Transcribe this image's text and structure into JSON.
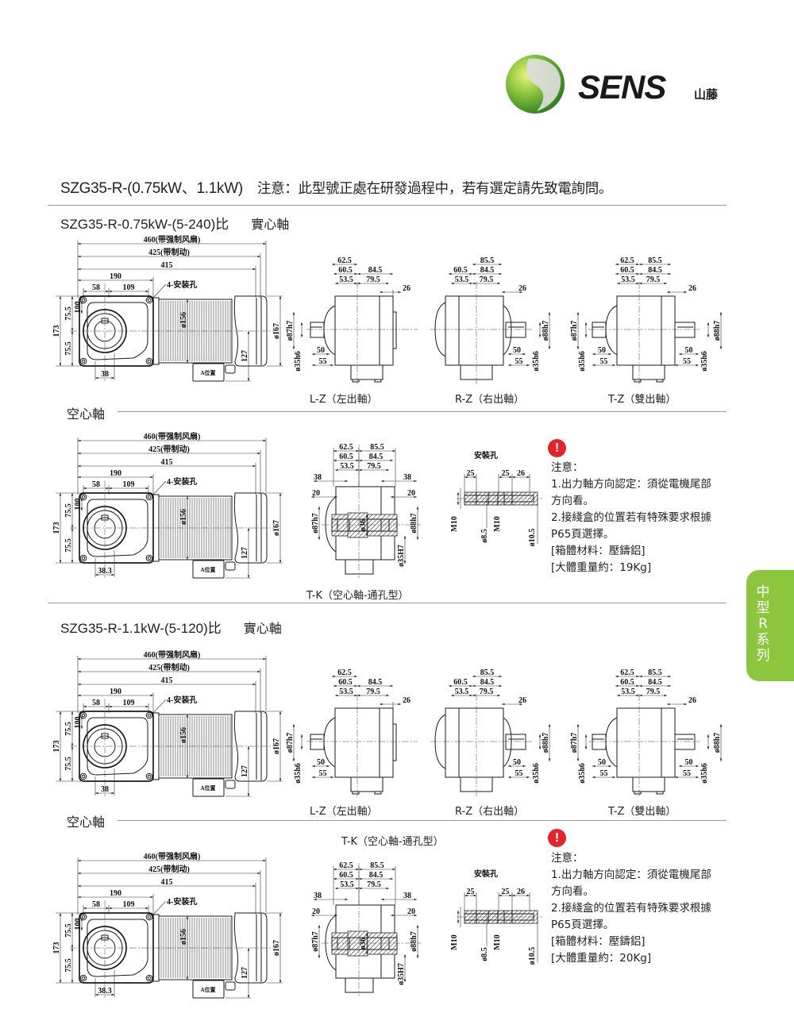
{
  "brand": {
    "name": "SENS",
    "chinese": "山藤",
    "colors": {
      "green": "#5aa82a",
      "light_green": "#c8e04a",
      "black": "#1a1a1a"
    }
  },
  "header": {
    "title": "SZG35-R-(0.75kW、1.1kW)",
    "notice": "注意：此型號正處在研發過程中，若有選定請先致電詢問。"
  },
  "side_tab": {
    "label": "中型R系列",
    "color": "#8cc63f"
  },
  "drawings": {
    "motor": {
      "total_fan": "460(带强制风扇)",
      "total_brake": "425(带制动)",
      "length": "415",
      "gear_length": "190",
      "d58": "58",
      "d109": "109",
      "mount_holes": "4-安装孔",
      "height": "173",
      "half_top": "75.5",
      "half_bottom": "75.5",
      "d100": "100",
      "d38": "38",
      "d38_hollow": "38.3",
      "motor_dia": "ø156",
      "fan_dia": "ø167",
      "d127": "127",
      "terminal_box": "A位置"
    },
    "side": {
      "d62_5": "62.5",
      "d85_5": "85.5",
      "d60_5": "60.5",
      "d84_5": "84.5",
      "d53_5": "53.5",
      "d79_5": "79.5",
      "d26": "26",
      "left_flange": "ø87h7",
      "right_flange": "ø88h7",
      "shaft": "ø35h6",
      "d50": "50",
      "d55": "55"
    },
    "tk": {
      "d38": "38",
      "d20": "20",
      "bore": "ø36",
      "hole": "ø35H7"
    },
    "holes": {
      "title": "安裝孔",
      "d25": "25",
      "d26": "26",
      "m10": "M10",
      "d8_5": "ø8.5",
      "d10_5": "ø10.5"
    }
  },
  "view_labels": {
    "lz": "L-Z（左出軸）",
    "rz": "R-Z（右出軸）",
    "tz": "T-Z（雙出軸）",
    "tk": "T-K（空心軸-通孔型）"
  },
  "sections": [
    {
      "subtitle": "SZG35-R-0.75kW-(5-240)比",
      "solid_label": "實心軸",
      "hollow_label": "空心軸",
      "notes": {
        "title": "注意：",
        "lines": [
          "1.出力軸方向認定：須從電機尾部",
          "方向看。",
          "2.接綫盒的位置若有特殊要求根據",
          "P65頁選擇。",
          "[箱體材料：壓鑄鋁]",
          "[大體重量約：19Kg]"
        ]
      }
    },
    {
      "subtitle": "SZG35-R-1.1kW-(5-120)比",
      "solid_label": "實心軸",
      "hollow_label": "空心軸",
      "notes": {
        "title": "注意：",
        "lines": [
          "1.出力軸方向認定：須從電機尾部",
          "方向看。",
          "2.接綫盒的位置若有特殊要求根據",
          "P65頁選擇。",
          "[箱體材料：壓鑄鋁]",
          "[大體重量約：20Kg]"
        ]
      }
    }
  ]
}
